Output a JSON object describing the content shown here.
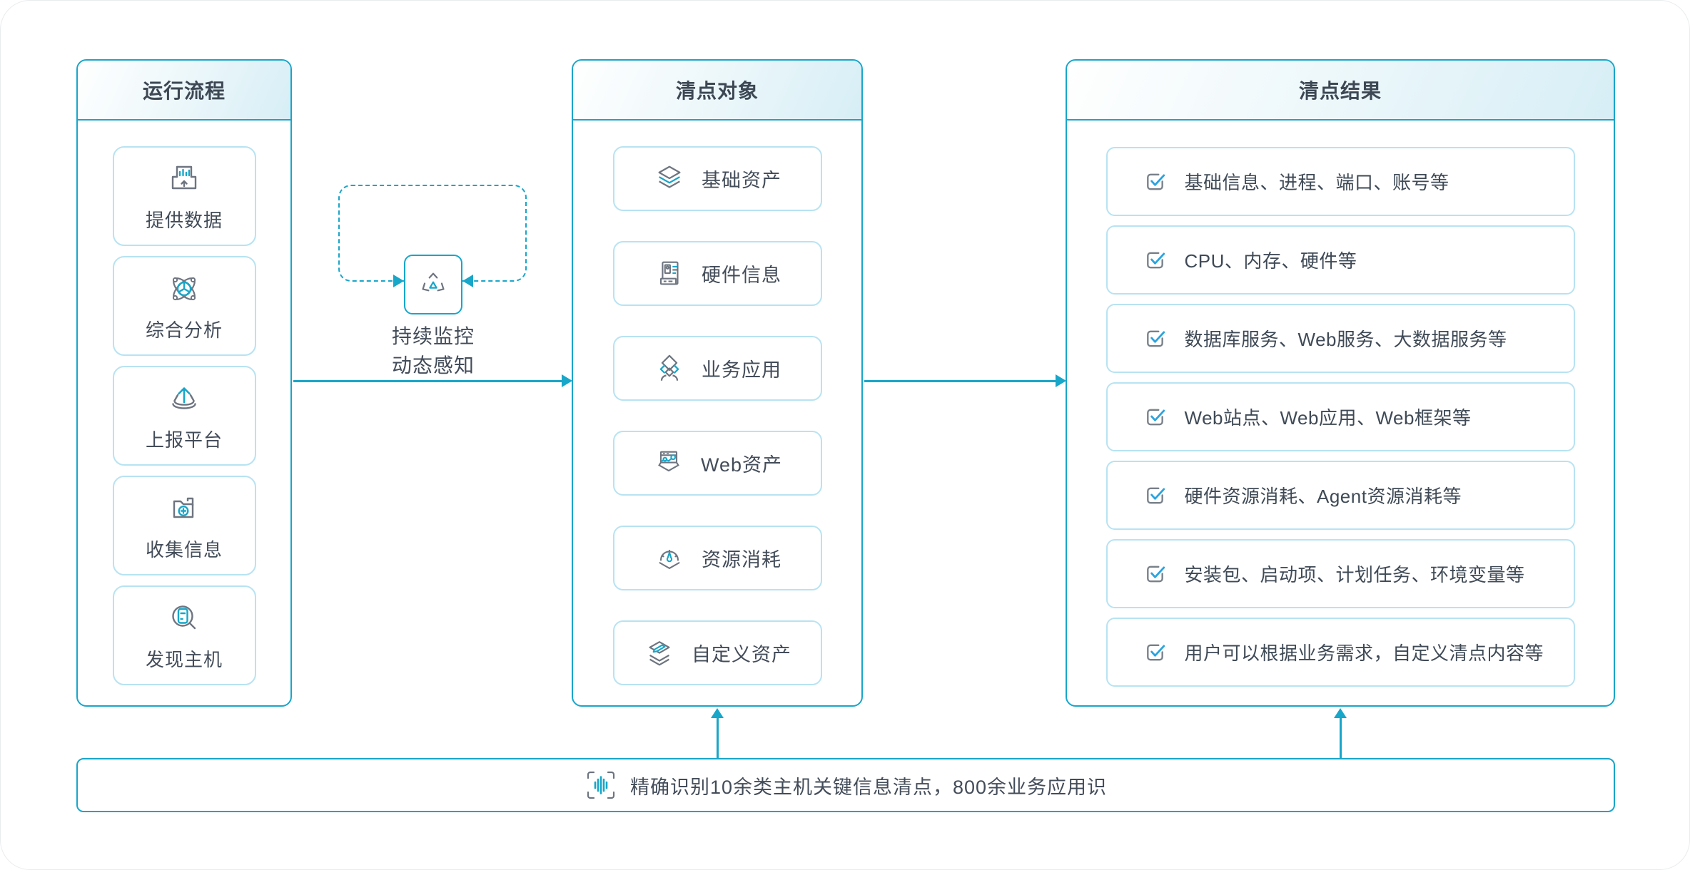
{
  "colors": {
    "accent": "#18a6c9",
    "light_border": "#b7e3f2",
    "text": "#434c59",
    "icon_gray": "#6e7580",
    "check": "#2ba3df",
    "header_gradient_end": "#d7eef6"
  },
  "panels": {
    "process": {
      "title": "运行流程",
      "items": [
        {
          "label": "提供数据",
          "icon": "upload-chart-icon"
        },
        {
          "label": "综合分析",
          "icon": "analysis-orbit-icon"
        },
        {
          "label": "上报平台",
          "icon": "report-upload-icon"
        },
        {
          "label": "收集信息",
          "icon": "collect-folder-icon"
        },
        {
          "label": "发现主机",
          "icon": "discover-host-icon"
        }
      ]
    },
    "monitor": {
      "line1": "持续监控",
      "line2": "动态感知",
      "icon": "recycle-loop-icon"
    },
    "objects": {
      "title": "清点对象",
      "items": [
        {
          "label": "基础资产",
          "icon": "base-asset-layers-icon"
        },
        {
          "label": "硬件信息",
          "icon": "hardware-info-icon"
        },
        {
          "label": "业务应用",
          "icon": "business-app-icon"
        },
        {
          "label": "Web资产",
          "icon": "web-asset-icon"
        },
        {
          "label": "资源消耗",
          "icon": "resource-gauge-icon"
        },
        {
          "label": "自定义资产",
          "icon": "custom-asset-pen-icon"
        }
      ]
    },
    "results": {
      "title": "清点结果",
      "items": [
        "基础信息、进程、端口、账号等",
        "CPU、内存、硬件等",
        "数据库服务、Web服务、大数据服务等",
        "Web站点、Web应用、Web框架等",
        "硬件资源消耗、Agent资源消耗等",
        "安装包、启动项、计划任务、环境变量等",
        "用户可以根据业务需求，自定义清点内容等"
      ]
    }
  },
  "footer": {
    "icon": "voiceprint-scan-icon",
    "text": "精确识别10余类主机关键信息清点，800余业务应用识"
  }
}
